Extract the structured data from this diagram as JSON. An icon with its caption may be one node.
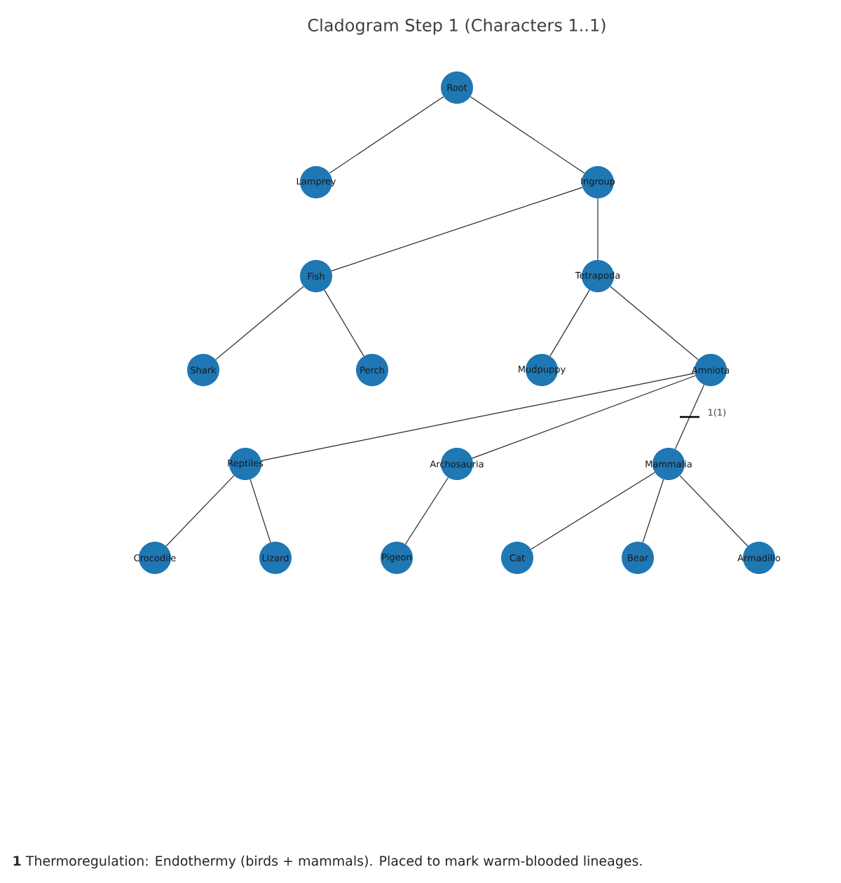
{
  "diagram": {
    "title": "Cladogram Step 1 (Characters 1..1)",
    "nodes": [
      {
        "text": [
          "Root"
        ]
      },
      {
        "text": [
          "Lamprey"
        ]
      },
      {
        "text": [
          "Ingroup"
        ]
      },
      {
        "text": [
          "Fish"
        ]
      },
      {
        "text": [
          "Tetrapoda"
        ]
      },
      {
        "text": [
          "Shark"
        ]
      },
      {
        "text": [
          "Perch"
        ]
      },
      {
        "text": [
          "Mudpuppy"
        ]
      },
      {
        "text": [
          "Amniota"
        ]
      },
      {
        "text": [
          "Reptiles"
        ]
      },
      {
        "text": [
          "Archosauria"
        ]
      },
      {
        "text": [
          "Mammalia"
        ]
      },
      {
        "text": [
          "Crocodile"
        ]
      },
      {
        "text": [
          "Lizard"
        ]
      },
      {
        "text": [
          "Pigeon"
        ]
      },
      {
        "text": [
          "Cat"
        ]
      },
      {
        "text": [
          "Bear"
        ]
      },
      {
        "text": [
          "Armadillo"
        ]
      }
    ],
    "edges": [
      {
        "from": 0,
        "to": 1,
        "arrow": "none"
      },
      {
        "from": 0,
        "to": 2,
        "arrow": "none"
      },
      {
        "from": 2,
        "to": 3,
        "arrow": "none"
      },
      {
        "from": 2,
        "to": 4,
        "arrow": "none"
      },
      {
        "from": 3,
        "to": 5,
        "arrow": "none"
      },
      {
        "from": 3,
        "to": 6,
        "arrow": "none"
      },
      {
        "from": 4,
        "to": 7,
        "arrow": "none"
      },
      {
        "from": 4,
        "to": 8,
        "arrow": "none"
      },
      {
        "from": 8,
        "to": 9,
        "arrow": "none"
      },
      {
        "from": 8,
        "to": 10,
        "arrow": "none"
      },
      {
        "from": 8,
        "to": 11,
        "arrow": "none",
        "label": "1(1)"
      },
      {
        "from": 9,
        "to": 12,
        "arrow": "none"
      },
      {
        "from": 9,
        "to": 13,
        "arrow": "none"
      },
      {
        "from": 10,
        "to": 14,
        "arrow": "none"
      },
      {
        "from": 11,
        "to": 15,
        "arrow": "none"
      },
      {
        "from": 11,
        "to": 16,
        "arrow": "none"
      },
      {
        "from": 11,
        "to": 17,
        "arrow": "none"
      }
    ],
    "labels": [
      "**1** Thermoregulation: Endothermy (birds + mammals). Placed to mark warm-blooded lineages."
    ]
  }
}
